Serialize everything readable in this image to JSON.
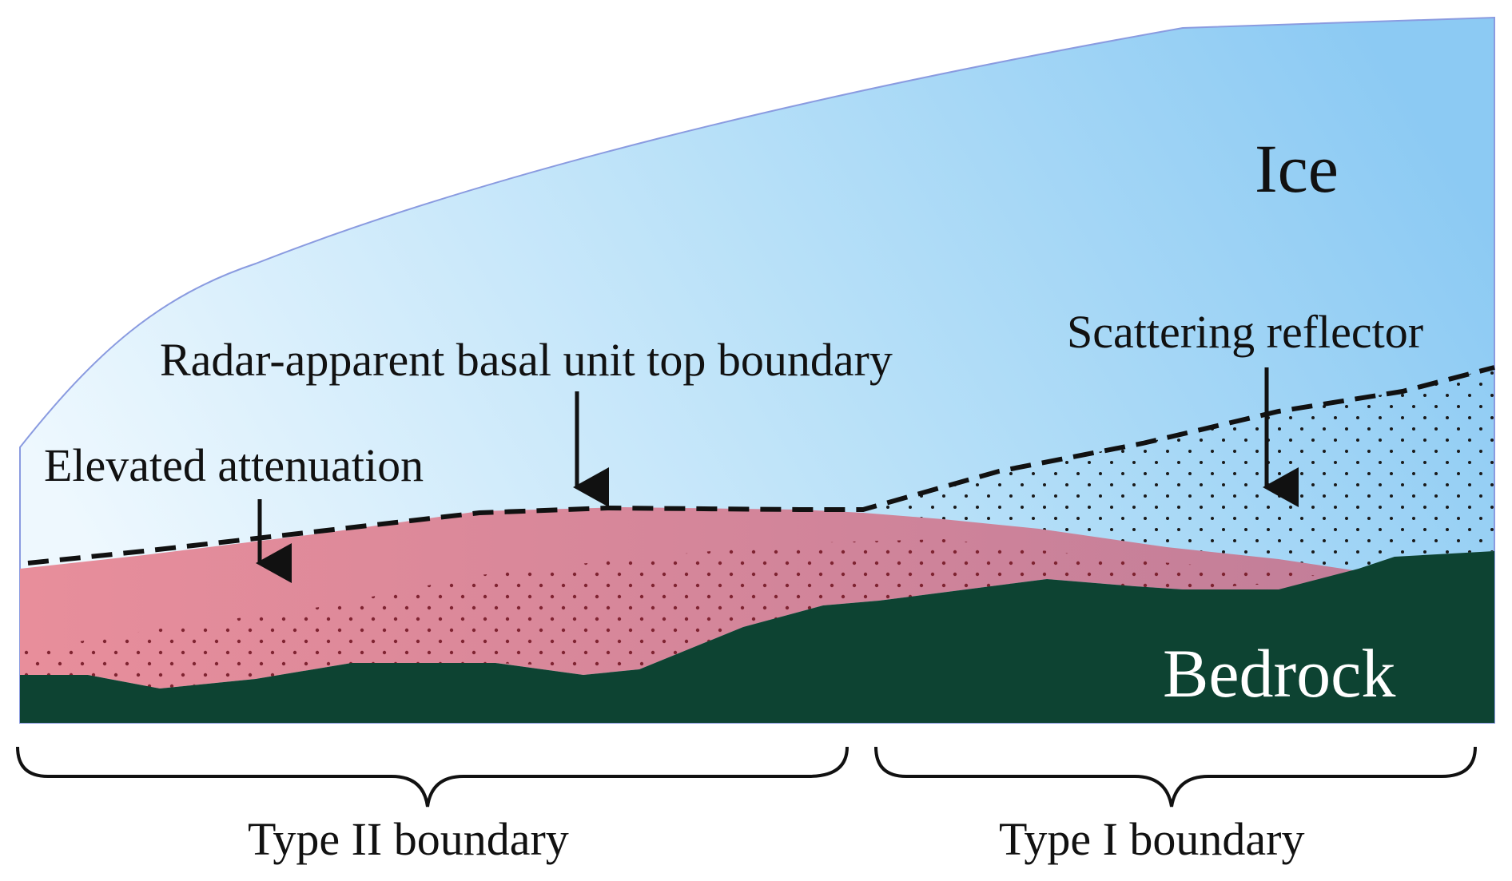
{
  "labels": {
    "ice": "Ice",
    "bedrock": "Bedrock",
    "radar_boundary": "Radar-apparent basal unit top boundary",
    "elevated_attenuation": "Elevated attenuation",
    "scattering_reflector": "Scattering reflector",
    "type_ii": "Type II boundary",
    "type_i": "Type I boundary"
  },
  "colors": {
    "ice_light": "#eef8fe",
    "ice_dark": "#8ccaf3",
    "basal_unit_left": "#e88e9b",
    "basal_unit_right": "#c27e99",
    "bedrock": "#0d4332",
    "dots_basal": "#7a1e2b",
    "dots_ice": "#1a1a1a",
    "line": "#111111"
  }
}
